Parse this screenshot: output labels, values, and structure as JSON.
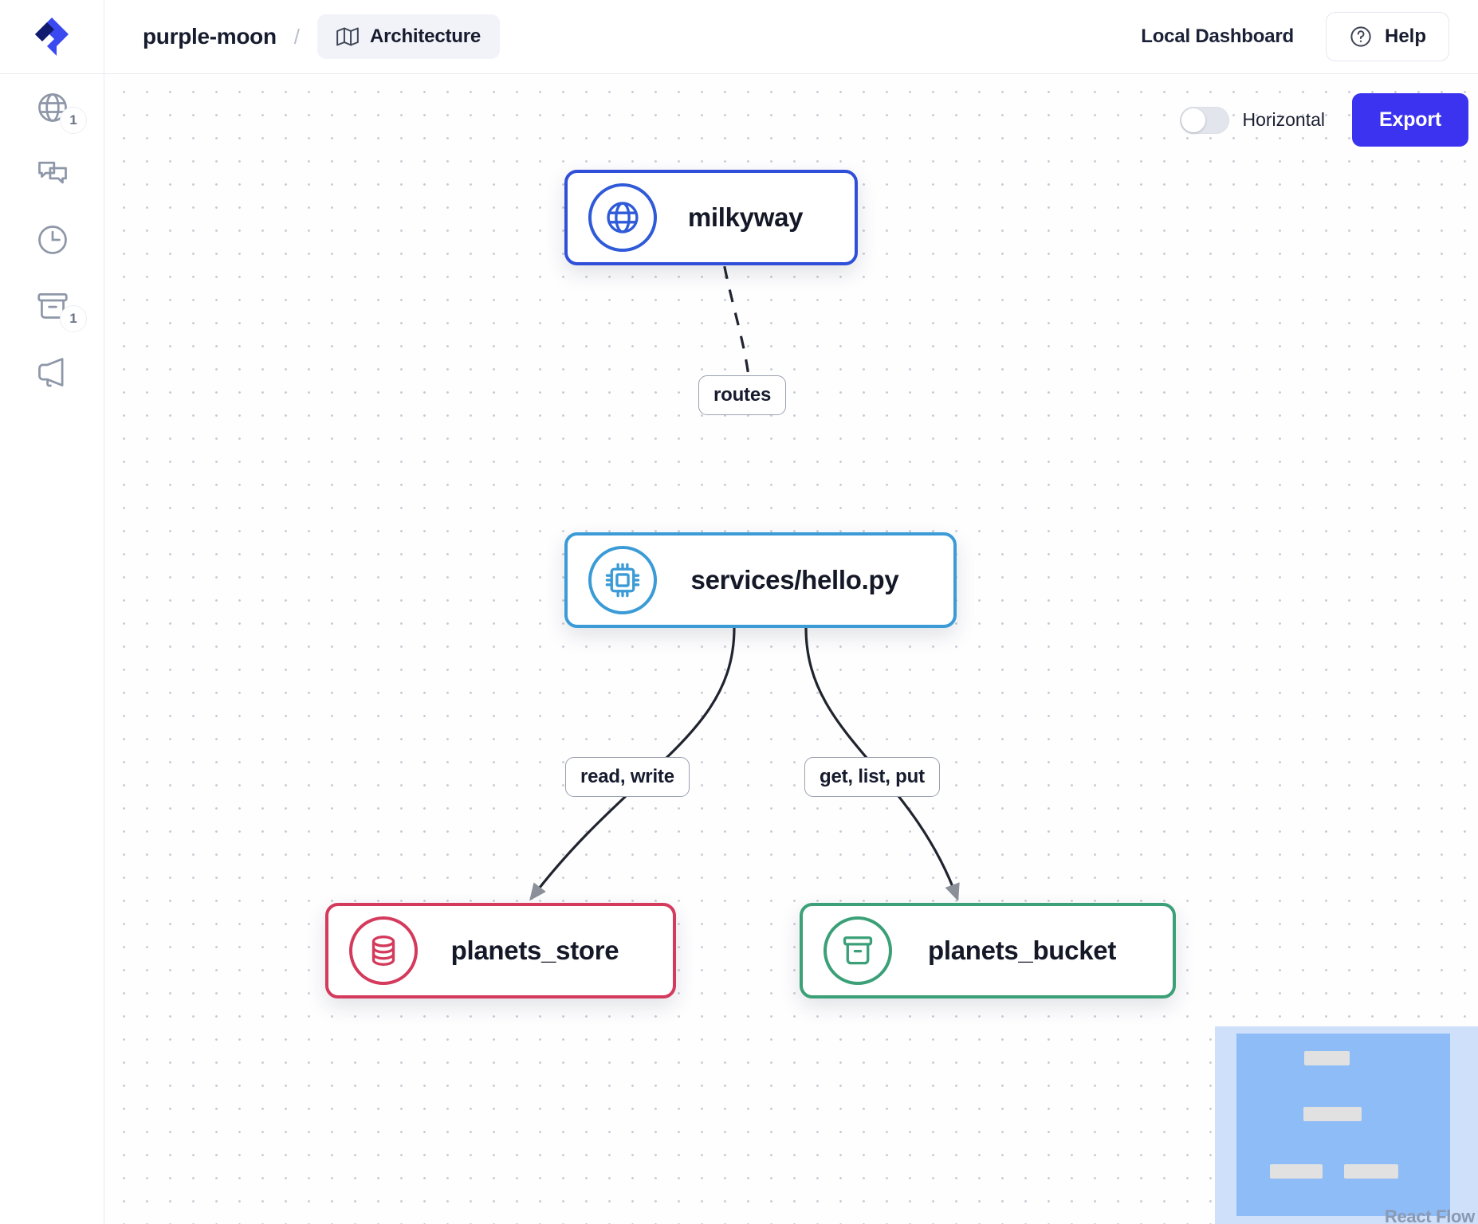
{
  "header": {
    "logo_icon": "lightrun-chevron-logo",
    "brand": "purple-moon",
    "separator": "/",
    "tab": {
      "icon": "map-icon",
      "label": "Architecture"
    },
    "local_dashboard": "Local Dashboard",
    "help": {
      "icon": "question-circle-icon",
      "label": "Help"
    }
  },
  "sidebar": {
    "items": [
      {
        "icon": "globe-icon",
        "name": "endpoints",
        "badge": "1"
      },
      {
        "icon": "chat-icon",
        "name": "messaging",
        "badge": ""
      },
      {
        "icon": "clock-icon",
        "name": "schedules",
        "badge": ""
      },
      {
        "icon": "bucket-icon",
        "name": "storage",
        "badge": "1"
      },
      {
        "icon": "megaphone-icon",
        "name": "announcements",
        "badge": ""
      }
    ]
  },
  "toolbar": {
    "toggle_label": "Horizontal",
    "toggle_on": false,
    "export_label": "Export"
  },
  "graph": {
    "nodes": [
      {
        "id": "milkyway",
        "label": "milkyway",
        "icon": "globe-icon",
        "kind": "api",
        "color": "#2f4fd8"
      },
      {
        "id": "services/hello.py",
        "label": "services/hello.py",
        "icon": "chip-icon",
        "kind": "service",
        "color": "#3a9bd6"
      },
      {
        "id": "planets_store",
        "label": "planets_store",
        "icon": "database-icon",
        "kind": "database",
        "color": "#d33a5c"
      },
      {
        "id": "planets_bucket",
        "label": "planets_bucket",
        "icon": "bucket-icon",
        "kind": "bucket",
        "color": "#3ba077"
      }
    ],
    "edges": [
      {
        "from": "milkyway",
        "to": "services/hello.py",
        "label": "routes",
        "style": "dashed"
      },
      {
        "from": "services/hello.py",
        "to": "planets_store",
        "label": "read, write",
        "style": "solid"
      },
      {
        "from": "services/hello.py",
        "to": "planets_bucket",
        "label": "get, list, put",
        "style": "solid"
      }
    ]
  },
  "minimap": {
    "attribution": "React Flow"
  }
}
